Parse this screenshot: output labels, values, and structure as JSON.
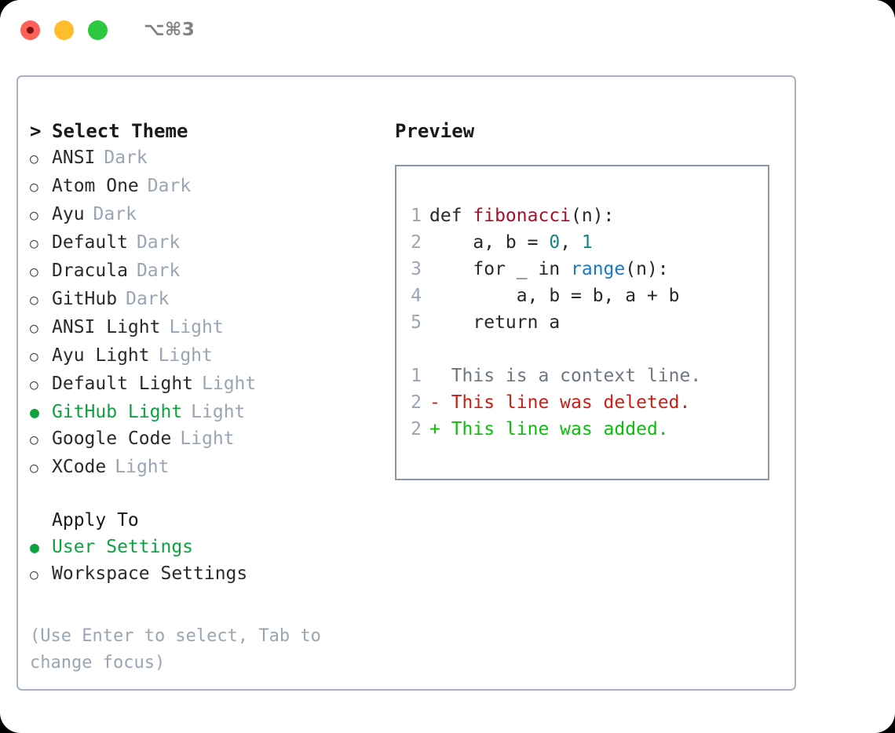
{
  "titlebar": {
    "shortcut": "⌥⌘3",
    "lights": [
      {
        "name": "close",
        "color": "#ff6058"
      },
      {
        "name": "minimize",
        "color": "#ffbd2e"
      },
      {
        "name": "maximize",
        "color": "#2bc840"
      }
    ]
  },
  "theme_list": {
    "header_marker": ">",
    "header": "Select Theme",
    "unselected_marker": "○",
    "selected_marker": "●",
    "items": [
      {
        "label": "ANSI",
        "variant": "Dark",
        "selected": false
      },
      {
        "label": "Atom One",
        "variant": "Dark",
        "selected": false
      },
      {
        "label": "Ayu",
        "variant": "Dark",
        "selected": false
      },
      {
        "label": "Default",
        "variant": "Dark",
        "selected": false
      },
      {
        "label": "Dracula",
        "variant": "Dark",
        "selected": false
      },
      {
        "label": "GitHub",
        "variant": "Dark",
        "selected": false
      },
      {
        "label": "ANSI Light",
        "variant": "Light",
        "selected": false
      },
      {
        "label": "Ayu Light",
        "variant": "Light",
        "selected": false
      },
      {
        "label": "Default Light",
        "variant": "Light",
        "selected": false
      },
      {
        "label": "GitHub Light",
        "variant": "Light",
        "selected": true
      },
      {
        "label": "Google Code",
        "variant": "Light",
        "selected": false
      },
      {
        "label": "XCode",
        "variant": "Light",
        "selected": false
      }
    ]
  },
  "apply_to": {
    "header": "Apply To",
    "items": [
      {
        "label": "User Settings",
        "selected": true
      },
      {
        "label": "Workspace Settings",
        "selected": false
      }
    ]
  },
  "hint": "(Use Enter to select, Tab to change focus)",
  "preview": {
    "title": "Preview",
    "code_lines": [
      {
        "no": "1",
        "segments": [
          {
            "t": "def ",
            "c": "code-text"
          },
          {
            "t": "fibonacci",
            "c": "tok-fn"
          },
          {
            "t": "(n):",
            "c": "code-text"
          }
        ]
      },
      {
        "no": "2",
        "segments": [
          {
            "t": "    a, b = ",
            "c": "code-text"
          },
          {
            "t": "0",
            "c": "tok-num"
          },
          {
            "t": ", ",
            "c": "code-text"
          },
          {
            "t": "1",
            "c": "tok-num"
          }
        ]
      },
      {
        "no": "3",
        "segments": [
          {
            "t": "    for _ in ",
            "c": "code-text"
          },
          {
            "t": "range",
            "c": "tok-call"
          },
          {
            "t": "(n):",
            "c": "code-text"
          }
        ]
      },
      {
        "no": "4",
        "segments": [
          {
            "t": "        a, b = b, a + b",
            "c": "code-text"
          }
        ]
      },
      {
        "no": "5",
        "segments": [
          {
            "t": "    return a",
            "c": "code-text"
          }
        ]
      }
    ],
    "diff_lines": [
      {
        "no": "1",
        "text": "  This is a context line.",
        "kind": "diff-ctx"
      },
      {
        "no": "2",
        "text": "- This line was deleted.",
        "kind": "diff-del"
      },
      {
        "no": "2",
        "text": "+ This line was added.",
        "kind": "diff-add"
      }
    ]
  },
  "colors": {
    "selected_green": "#0ca33f",
    "diff_add_green": "#0bbf0b",
    "diff_del_red": "#cc1f14",
    "muted_gray": "#9aa5b4",
    "fn_red": "#a3122b",
    "num_teal": "#0e8a85",
    "call_blue": "#1878c4",
    "panel_border": "#a8b2bf",
    "preview_border": "#8b97a8"
  }
}
